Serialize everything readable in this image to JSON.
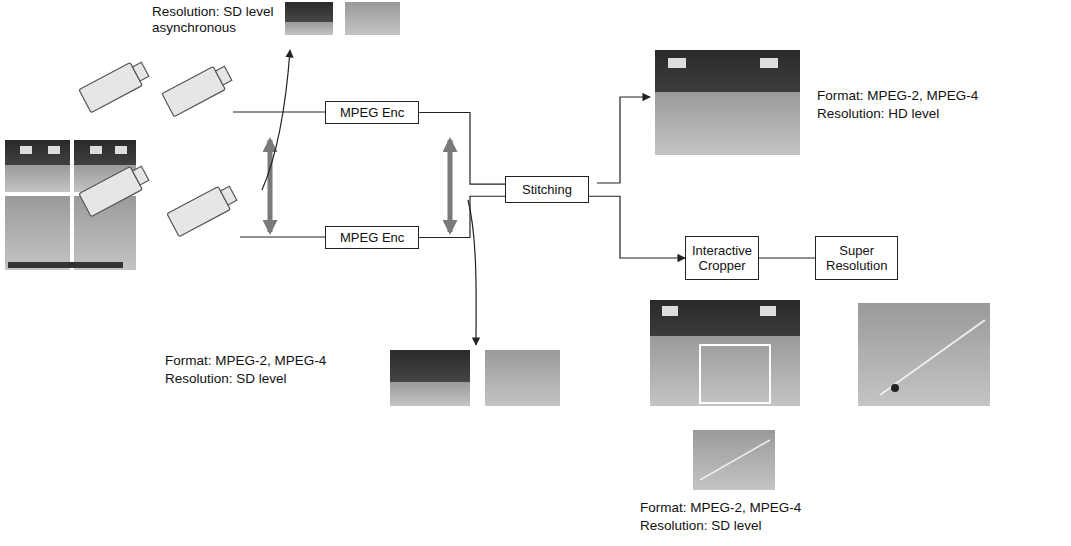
{
  "diagram": {
    "nodes": [
      {
        "text": [
          "MPEG Enc"
        ]
      },
      {
        "text": [
          "MPEG Enc"
        ]
      },
      {
        "text": [
          "Stitching"
        ]
      },
      {
        "text": [
          "Interactive Cropper"
        ]
      },
      {
        "text": [
          "Super Resolution"
        ]
      }
    ],
    "edges": [
      {
        "from": 0,
        "to": 2,
        "arrow": "none"
      },
      {
        "from": 1,
        "to": 2,
        "arrow": "none"
      },
      {
        "from": 2,
        "to": 3,
        "arrow": "to"
      },
      {
        "from": 3,
        "to": 4,
        "arrow": "none"
      }
    ],
    "labels": [
      "Resolution: SD level",
      "asynchronous",
      "Format: MPEG-2, MPEG-4",
      "Resolution: HD level",
      "Format: MPEG-2, MPEG-4",
      "Resolution: SD level",
      "Format: MPEG-2, MPEG-4",
      "Resolution: SD level"
    ]
  }
}
